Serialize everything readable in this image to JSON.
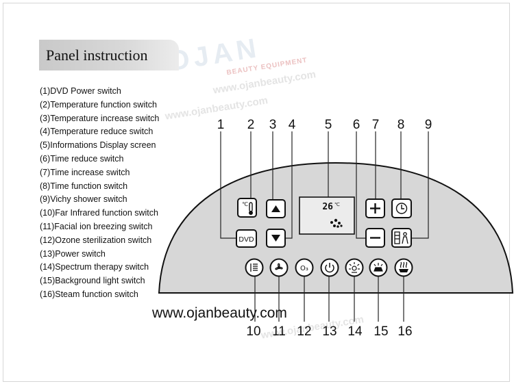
{
  "header": {
    "title": "Panel instruction"
  },
  "watermark": {
    "logo": "OJAN",
    "tagline": "BEAUTY EQUIPMENT",
    "url": "www.ojanbeauty.com"
  },
  "legend": [
    "(1)DVD Power switch",
    "(2)Temperature function switch",
    "(3)Temperature increase switch",
    "(4)Temperature reduce switch",
    "(5)Informations Display screen",
    "(6)Time reduce switch",
    "(7)Time increase switch",
    "(8)Time function switch",
    "(9)Vichy shower switch",
    "(10)Far Infrared function switch",
    "(11)Facial ion breezing switch",
    "(12)Ozone sterilization switch",
    "(13)Power switch",
    "(14)Spectrum therapy switch",
    "(15)Background light switch",
    "(16)Steam function switch"
  ],
  "callouts_top": [
    "1",
    "2",
    "3",
    "4",
    "5",
    "6",
    "7",
    "8",
    "9"
  ],
  "callouts_bottom": [
    "10",
    "11",
    "12",
    "13",
    "14",
    "15",
    "16"
  ],
  "panel": {
    "display_reading": "26",
    "display_unit": "℃",
    "dvd_label": "DVD",
    "temp_icon": "thermometer-icon",
    "plus_icon": "plus-icon",
    "minus_icon": "minus-icon",
    "clock_icon": "clock-icon",
    "vichy_icon": "shower-icon",
    "bottom_buttons": [
      {
        "icon": "far-infrared-icon",
        "glyph": "≣"
      },
      {
        "icon": "fan-icon",
        "glyph": "✾"
      },
      {
        "icon": "ozone-icon",
        "glyph": "O₃"
      },
      {
        "icon": "power-icon",
        "glyph": "⏻"
      },
      {
        "icon": "spectrum-icon",
        "glyph": "✺"
      },
      {
        "icon": "lamp-icon",
        "glyph": "♨"
      },
      {
        "icon": "steam-icon",
        "glyph": "♨"
      }
    ]
  },
  "footer": {
    "url": "www.ojanbeauty.com"
  }
}
